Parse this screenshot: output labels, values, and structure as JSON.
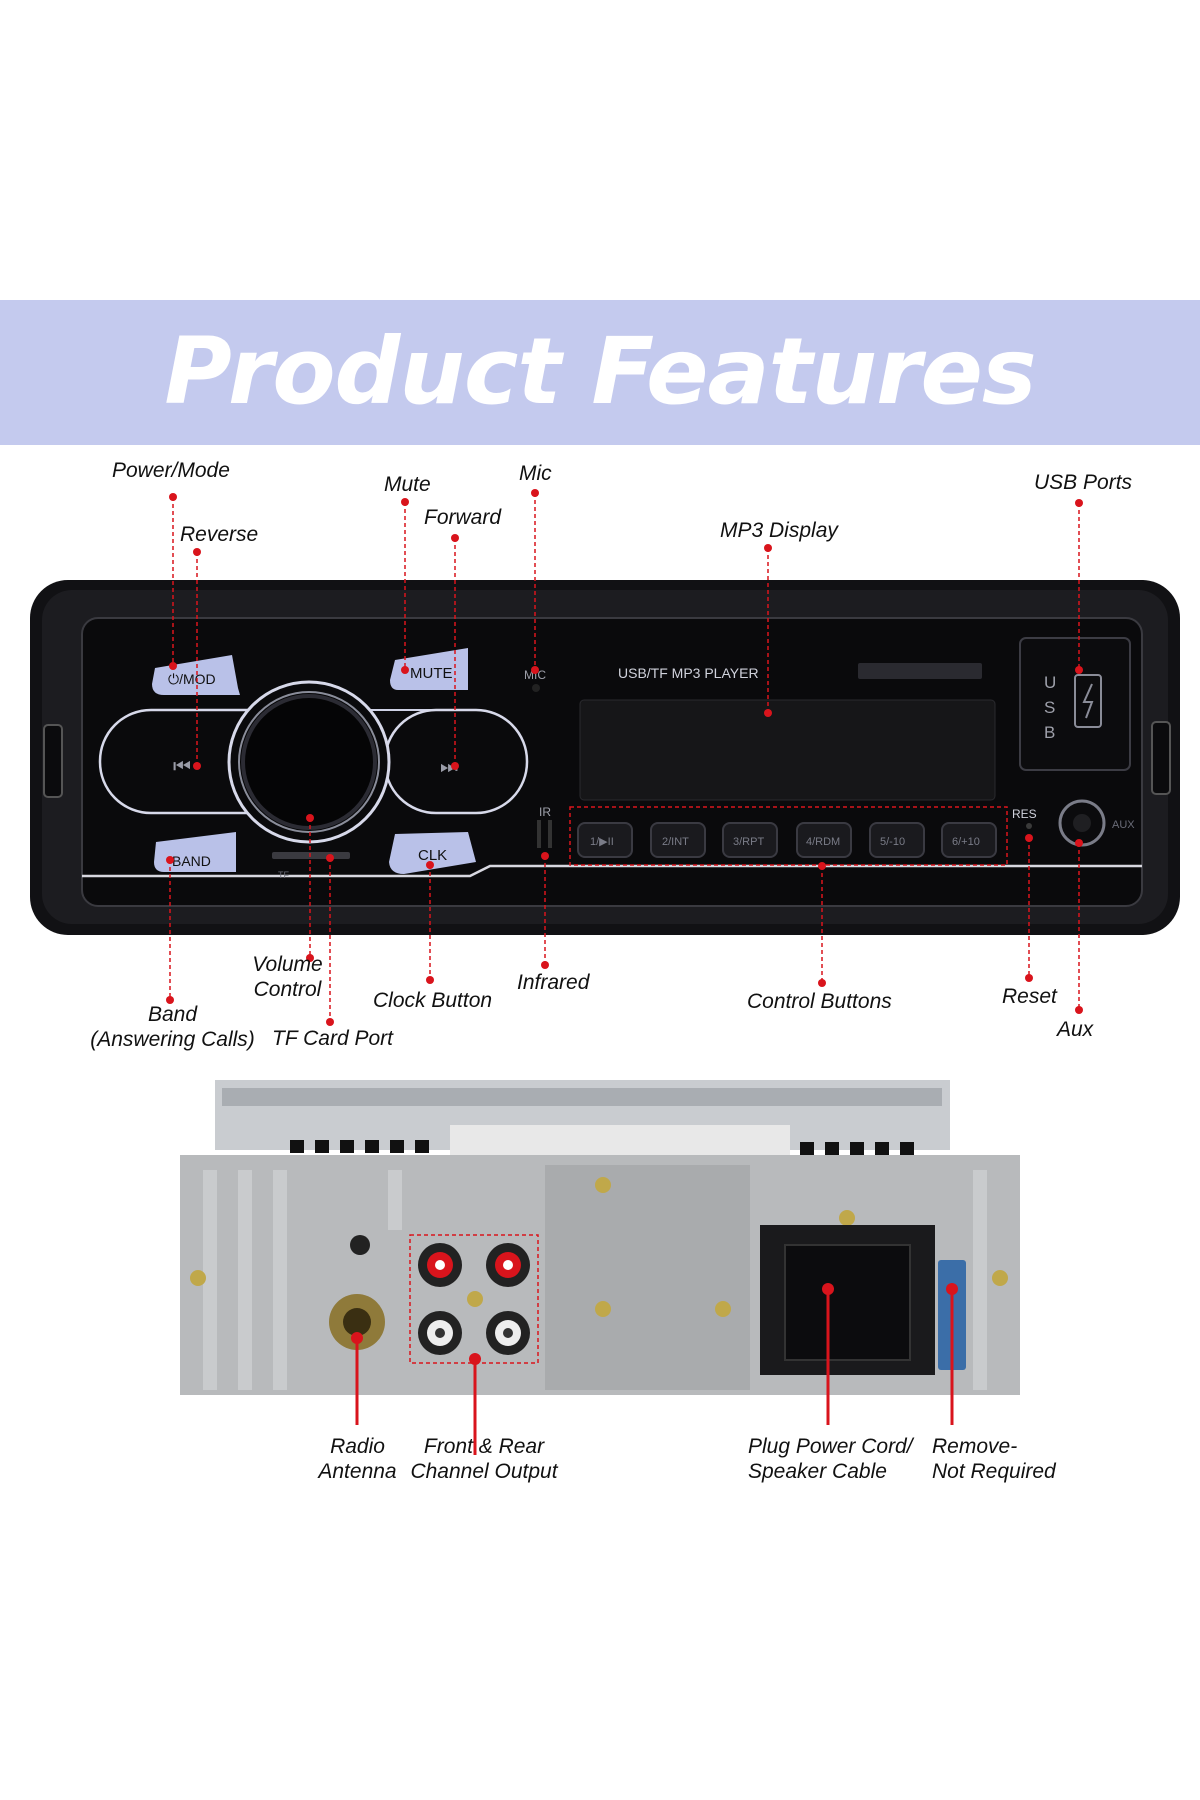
{
  "banner": {
    "title": "Product Features"
  },
  "front_labels": {
    "power_mode": "Power/Mode",
    "reverse": "Reverse",
    "mute": "Mute",
    "forward": "Forward",
    "mic": "Mic",
    "mp3_display": "MP3 Display",
    "usb_ports": "USB Ports",
    "volume_control_1": "Volume",
    "volume_control_2": "Control",
    "clock_button": "Clock Button",
    "infrared": "Infrared",
    "control_buttons": "Control Buttons",
    "reset": "Reset",
    "aux": "Aux",
    "band_1": "Band",
    "band_2": "(Answering Calls)",
    "tf_card_port": "TF Card Port"
  },
  "device_text": {
    "mod_button": "⏻/MOD",
    "mute_button": "MUTE",
    "band_button": "BAND",
    "clk_button": "CLK",
    "mic": "MIC",
    "player_title": "USB/TF MP3  PLAYER",
    "ir": "IR",
    "res": "RES",
    "aux": "AUX",
    "usb": "USB",
    "tf": "TF",
    "preset_1": "1/▶II",
    "preset_2": "2/INT",
    "preset_3": "3/RPT",
    "preset_4": "4/RDM",
    "preset_5": "5/-10",
    "preset_6": "6/+10"
  },
  "rear_labels": {
    "radio_antenna_1": "Radio",
    "radio_antenna_2": "Antenna",
    "channel_output_1": "Front & Rear",
    "channel_output_2": "Channel Output",
    "power_cord_1": "Plug Power Cord/",
    "power_cord_2": "Speaker Cable",
    "remove_1": "Remove-",
    "remove_2": "Not Required"
  },
  "colors": {
    "banner": "#c4caee",
    "callout": "#d9141c",
    "button": "#b9c1e8"
  }
}
